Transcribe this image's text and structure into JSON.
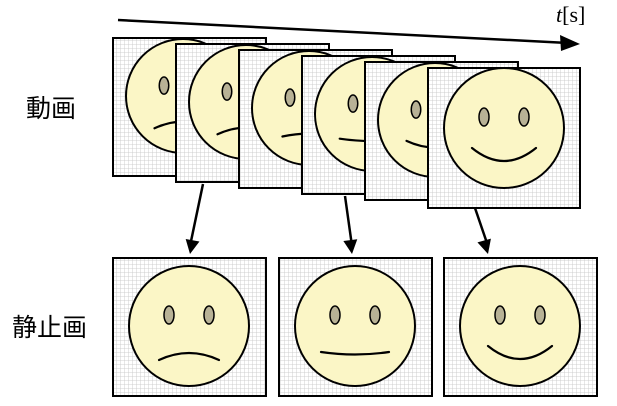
{
  "labels": {
    "video": "動画",
    "still": "静止画",
    "time_axis_var": "t",
    "time_axis_unit": "[s]"
  },
  "colors": {
    "face_fill": "#fbf6c6",
    "eye_fill": "#b8b296",
    "grid_line": "#c4c4c4",
    "outline": "#000000"
  },
  "video_frames": [
    {
      "expression": "sad"
    },
    {
      "expression": "sad"
    },
    {
      "expression": "slight-sad"
    },
    {
      "expression": "neutral"
    },
    {
      "expression": "slight-smile"
    },
    {
      "expression": "smile"
    }
  ],
  "still_frames": [
    {
      "expression": "sad"
    },
    {
      "expression": "neutral"
    },
    {
      "expression": "smile"
    }
  ],
  "sampled_frame_indices": [
    1,
    3,
    5
  ]
}
